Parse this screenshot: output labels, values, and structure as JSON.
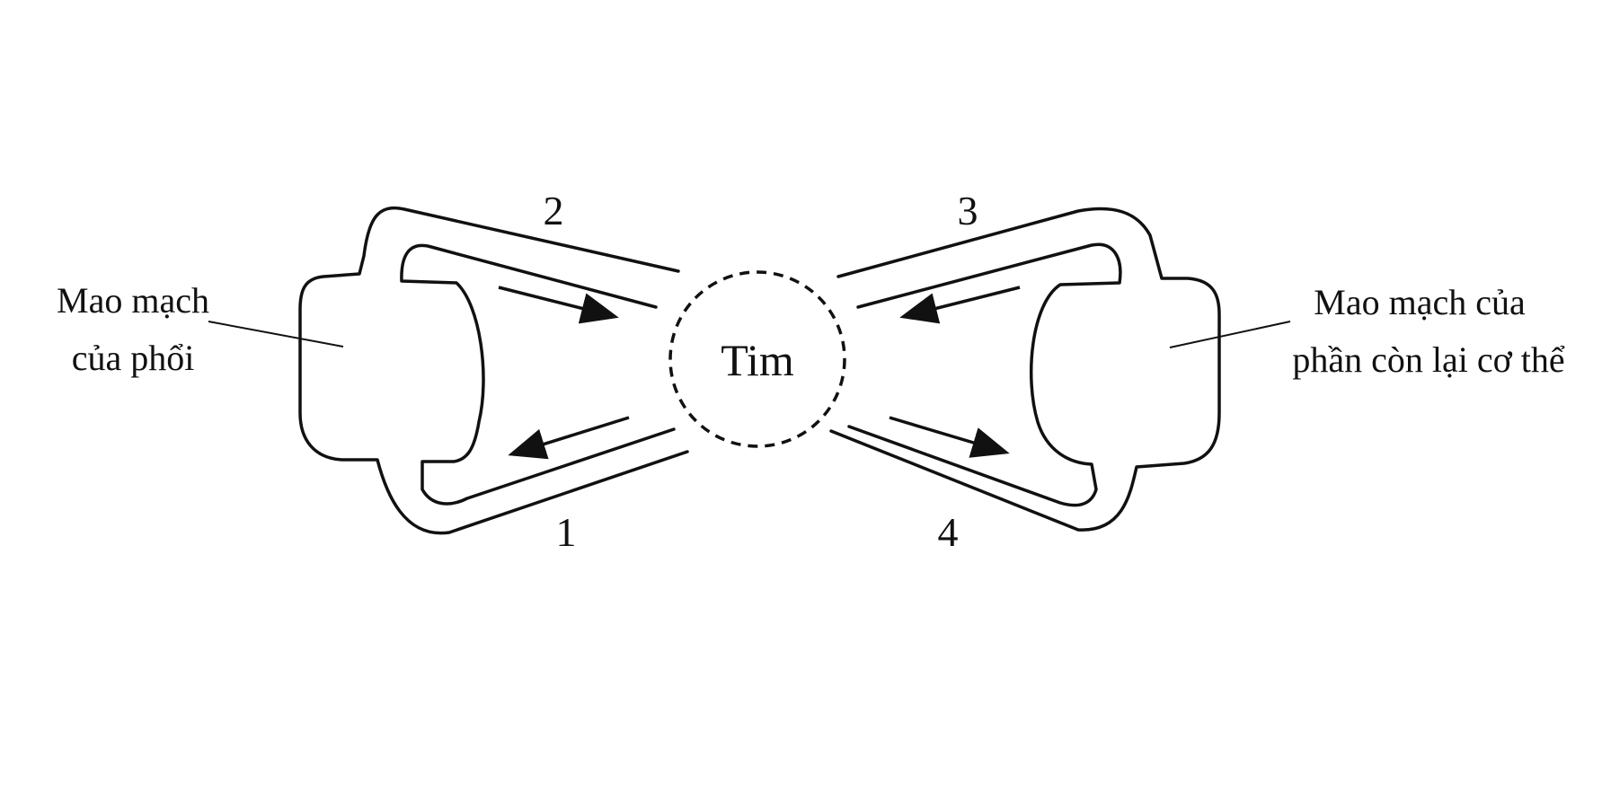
{
  "heart": {
    "label": "Tim"
  },
  "vessels": {
    "v1": "1",
    "v2": "2",
    "v3": "3",
    "v4": "4"
  },
  "lung_capillaries": {
    "line1": "Mao mạch",
    "line2": "của phổi"
  },
  "body_capillaries": {
    "line1": "Mao mạch của",
    "line2": "phần còn lại cơ thể"
  }
}
